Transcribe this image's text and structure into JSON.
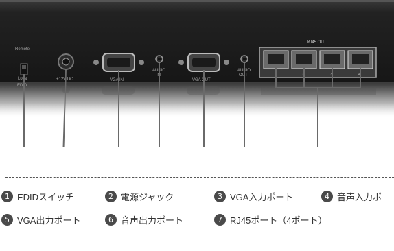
{
  "panel_labels": {
    "remote": "Remote",
    "local": "Local",
    "edid": "EDID",
    "dc": "+12V DC",
    "vga_in": "VGA IN",
    "audio_in_1": "AUDIO",
    "audio_in_2": "IN",
    "vga_out": "VGA OUT",
    "audio_out_1": "AUDIO",
    "audio_out_2": "OUT",
    "rj45_out": "RJ45 OUT",
    "port_1": "1",
    "port_2": "2",
    "port_3": "3",
    "port_4": "4"
  },
  "markers": [
    "1",
    "2",
    "3",
    "4",
    "5",
    "6",
    "7"
  ],
  "legend": [
    {
      "num": "1",
      "label": "EDIDスイッチ"
    },
    {
      "num": "2",
      "label": "電源ジャック"
    },
    {
      "num": "3",
      "label": "VGA入力ポート"
    },
    {
      "num": "4",
      "label": "音声入力ポ"
    },
    {
      "num": "5",
      "label": "VGA出力ポート"
    },
    {
      "num": "6",
      "label": "音声出力ポート"
    },
    {
      "num": "7",
      "label": "RJ45ポート（4ポート）"
    }
  ],
  "colors": {
    "marker": "#4a4a4a",
    "panel": "#1e1e1e"
  }
}
